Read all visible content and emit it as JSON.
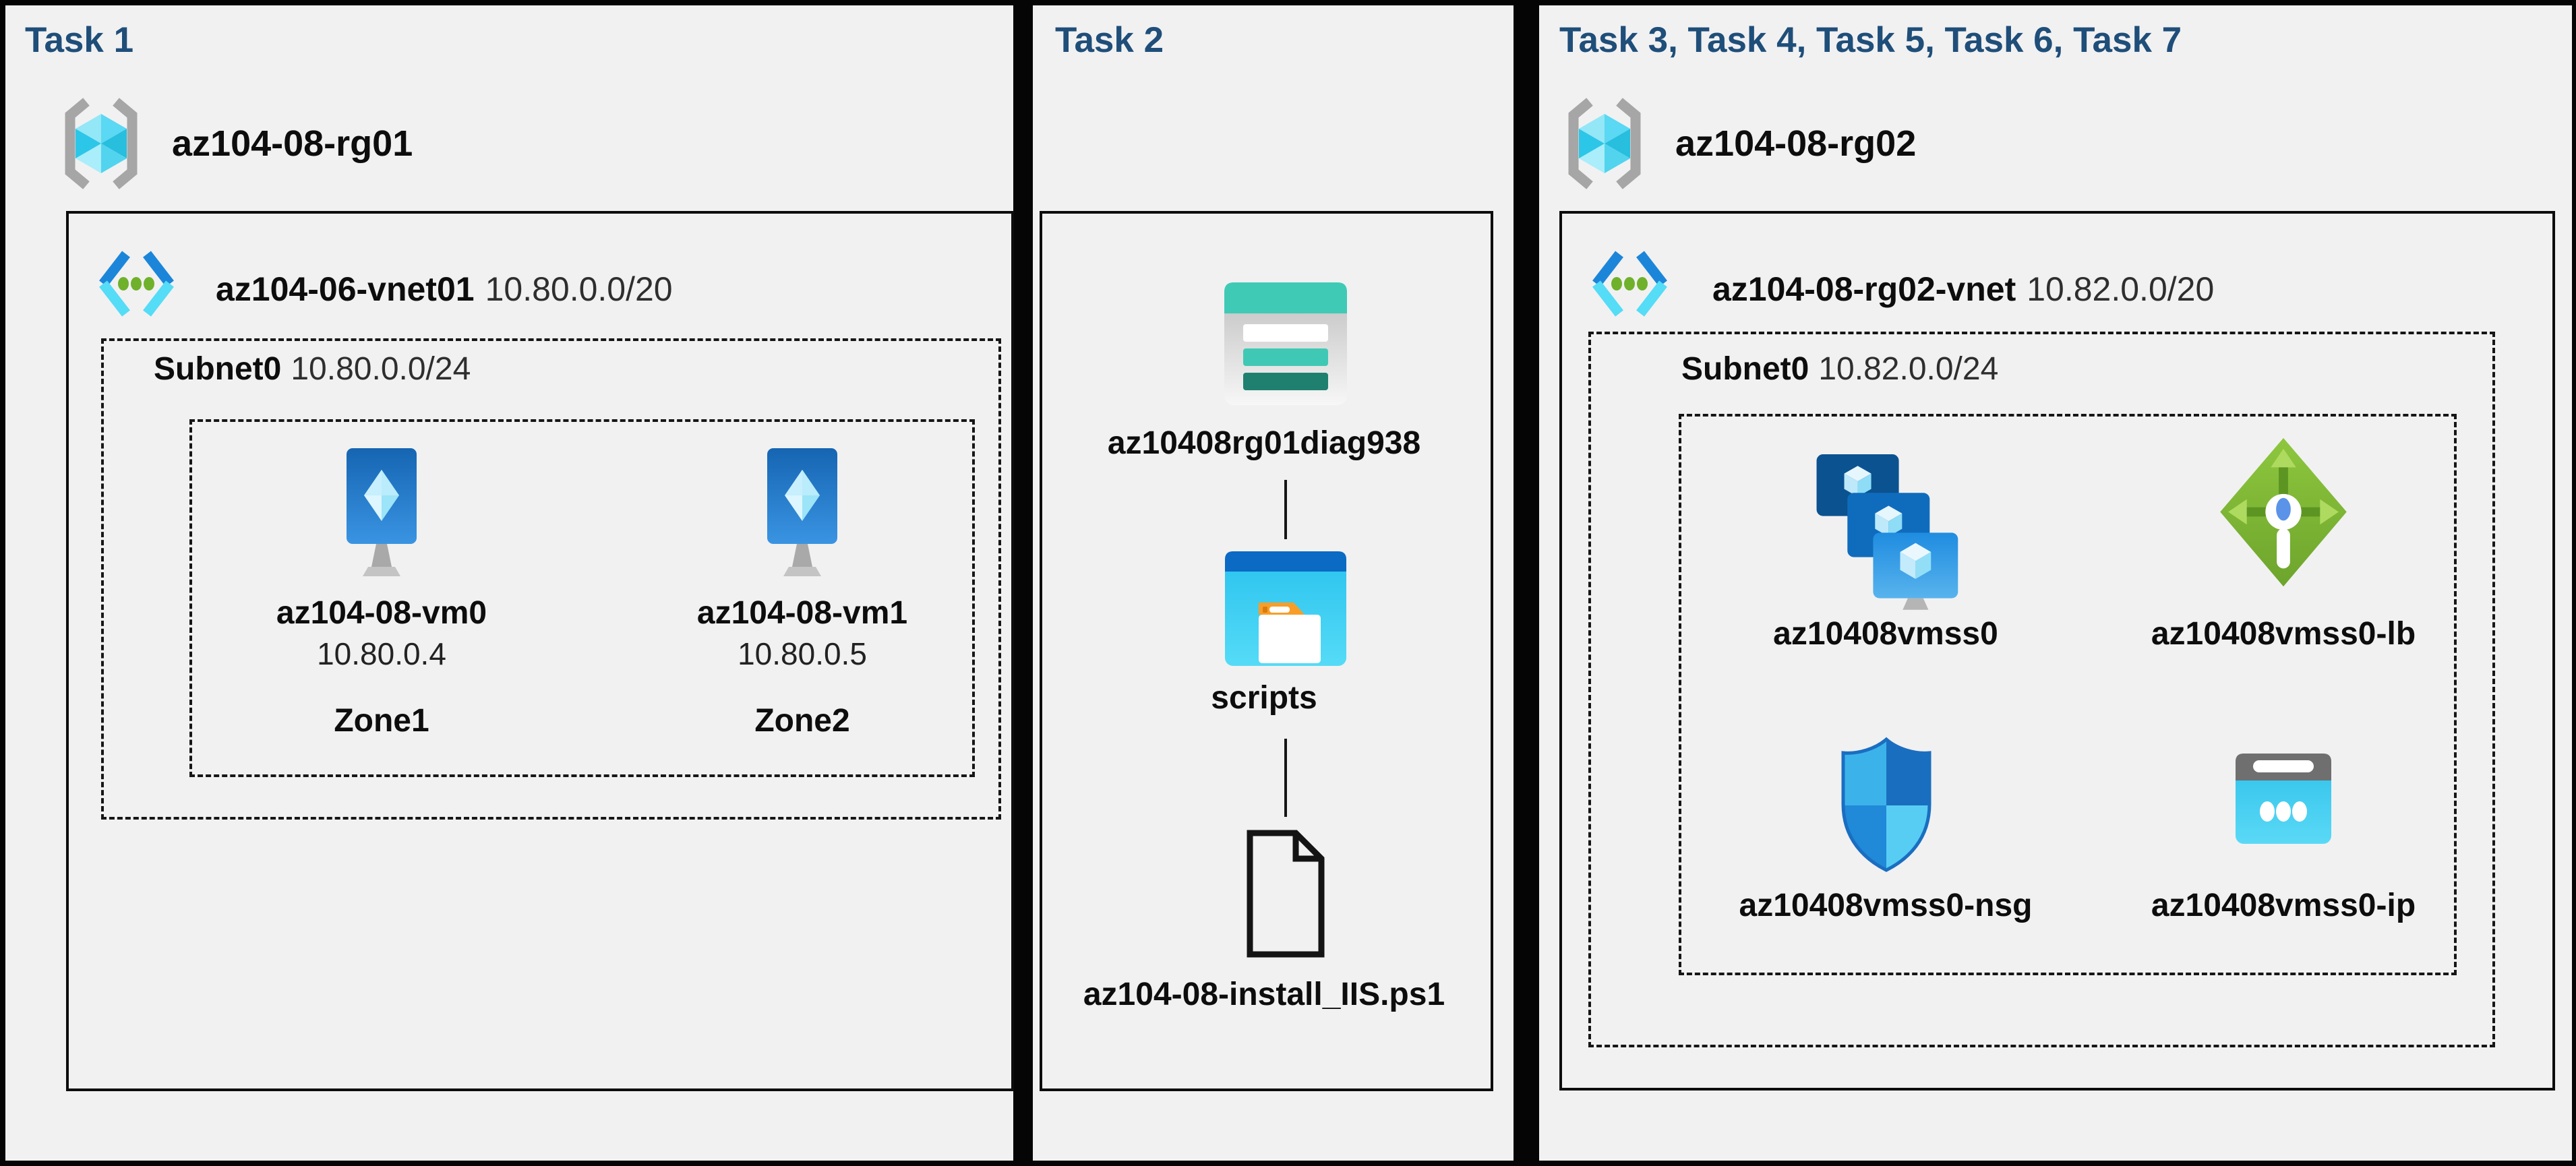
{
  "panels": [
    {
      "title": "Task 1",
      "resource_group": {
        "name": "az104-08-rg01"
      },
      "vnet": {
        "name": "az104-06-vnet01",
        "cidr": "10.80.0.0/20"
      },
      "subnet": {
        "name": "Subnet0",
        "cidr": "10.80.0.0/24"
      },
      "vms": [
        {
          "name": "az104-08-vm0",
          "ip": "10.80.0.4",
          "zone": "Zone1"
        },
        {
          "name": "az104-08-vm1",
          "ip": "10.80.0.5",
          "zone": "Zone2"
        }
      ]
    },
    {
      "title": "Task 2",
      "storage_account": {
        "name": "az10408rg01diag938"
      },
      "container": {
        "name": "scripts"
      },
      "script_file": {
        "name": "az104-08-install_IIS.ps1"
      }
    },
    {
      "title": "Task 3, Task 4, Task 5, Task 6, Task 7",
      "resource_group": {
        "name": "az104-08-rg02"
      },
      "vnet": {
        "name": "az104-08-rg02-vnet",
        "cidr": "10.82.0.0/20"
      },
      "subnet": {
        "name": "Subnet0",
        "cidr": "10.82.0.0/24"
      },
      "resources": [
        {
          "name": "az10408vmss0",
          "type": "vm-scale-set"
        },
        {
          "name": "az10408vmss0-lb",
          "type": "load-balancer"
        },
        {
          "name": "az10408vmss0-nsg",
          "type": "network-security-group"
        },
        {
          "name": "az10408vmss0-ip",
          "type": "public-ip"
        }
      ]
    }
  ],
  "colors": {
    "task_title": "#1f4e79",
    "panel_background": "#f1f1f2",
    "frame": "#050505",
    "storage_teal": "#3fcab6",
    "container_blue": "#0a6ac4",
    "lb_green": "#7fb33a",
    "vm_blue": "#1f7fd0",
    "ip_cyan": "#39c9ee"
  }
}
